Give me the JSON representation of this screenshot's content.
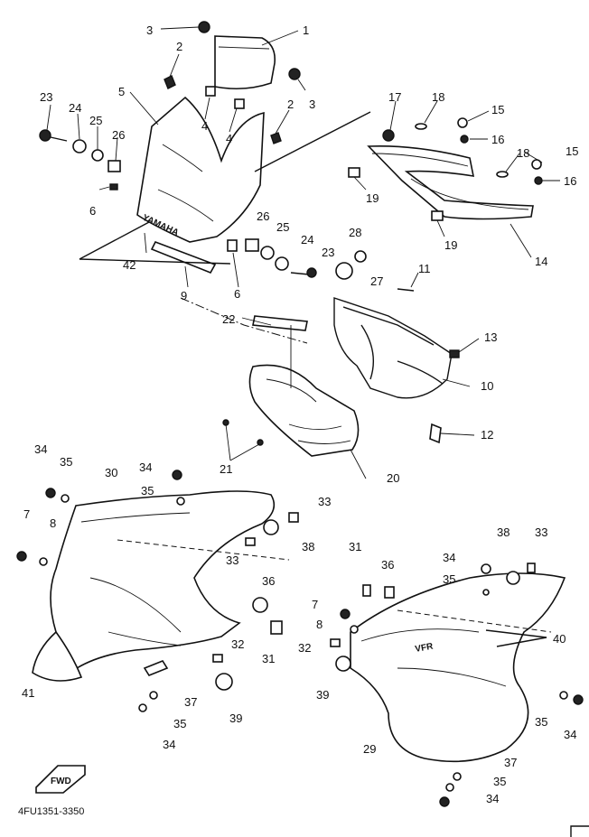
{
  "diagram": {
    "part_code": "4FU1351-3350",
    "fwd_label": "FWD",
    "emblem_windscreen": "YAMAHA",
    "emblem_side": "VFR",
    "callouts": [
      {
        "id": "c1",
        "text": "1"
      },
      {
        "id": "c2a",
        "text": "2"
      },
      {
        "id": "c2b",
        "text": "2"
      },
      {
        "id": "c3a",
        "text": "3"
      },
      {
        "id": "c3b",
        "text": "3"
      },
      {
        "id": "c4a",
        "text": "4"
      },
      {
        "id": "c4b",
        "text": "4"
      },
      {
        "id": "c5",
        "text": "5"
      },
      {
        "id": "c6a",
        "text": "6"
      },
      {
        "id": "c6b",
        "text": "6"
      },
      {
        "id": "c7a",
        "text": "7"
      },
      {
        "id": "c7b",
        "text": "7"
      },
      {
        "id": "c8a",
        "text": "8"
      },
      {
        "id": "c8b",
        "text": "8"
      },
      {
        "id": "c9",
        "text": "9"
      },
      {
        "id": "c10",
        "text": "10"
      },
      {
        "id": "c11",
        "text": "11"
      },
      {
        "id": "c12",
        "text": "12"
      },
      {
        "id": "c13",
        "text": "13"
      },
      {
        "id": "c14",
        "text": "14"
      },
      {
        "id": "c15a",
        "text": "15"
      },
      {
        "id": "c15b",
        "text": "15"
      },
      {
        "id": "c16a",
        "text": "16"
      },
      {
        "id": "c16b",
        "text": "16"
      },
      {
        "id": "c17",
        "text": "17"
      },
      {
        "id": "c18a",
        "text": "18"
      },
      {
        "id": "c18b",
        "text": "18"
      },
      {
        "id": "c19a",
        "text": "19"
      },
      {
        "id": "c19b",
        "text": "19"
      },
      {
        "id": "c20",
        "text": "20"
      },
      {
        "id": "c21",
        "text": "21"
      },
      {
        "id": "c22",
        "text": "22"
      },
      {
        "id": "c23a",
        "text": "23"
      },
      {
        "id": "c23b",
        "text": "23"
      },
      {
        "id": "c24a",
        "text": "24"
      },
      {
        "id": "c24b",
        "text": "24"
      },
      {
        "id": "c25a",
        "text": "25"
      },
      {
        "id": "c25b",
        "text": "25"
      },
      {
        "id": "c26a",
        "text": "26"
      },
      {
        "id": "c26b",
        "text": "26"
      },
      {
        "id": "c27",
        "text": "27"
      },
      {
        "id": "c28",
        "text": "28"
      },
      {
        "id": "c29",
        "text": "29"
      },
      {
        "id": "c30",
        "text": "30"
      },
      {
        "id": "c31a",
        "text": "31"
      },
      {
        "id": "c31b",
        "text": "31"
      },
      {
        "id": "c32a",
        "text": "32"
      },
      {
        "id": "c32b",
        "text": "32"
      },
      {
        "id": "c33a",
        "text": "33"
      },
      {
        "id": "c33b",
        "text": "33"
      },
      {
        "id": "c33c",
        "text": "33"
      },
      {
        "id": "c34a",
        "text": "34"
      },
      {
        "id": "c34b",
        "text": "34"
      },
      {
        "id": "c34c",
        "text": "34"
      },
      {
        "id": "c34d",
        "text": "34"
      },
      {
        "id": "c34e",
        "text": "34"
      },
      {
        "id": "c34f",
        "text": "34"
      },
      {
        "id": "c35a",
        "text": "35"
      },
      {
        "id": "c35b",
        "text": "35"
      },
      {
        "id": "c35c",
        "text": "35"
      },
      {
        "id": "c35d",
        "text": "35"
      },
      {
        "id": "c35e",
        "text": "35"
      },
      {
        "id": "c35f",
        "text": "35"
      },
      {
        "id": "c36a",
        "text": "36"
      },
      {
        "id": "c36b",
        "text": "36"
      },
      {
        "id": "c37a",
        "text": "37"
      },
      {
        "id": "c37b",
        "text": "37"
      },
      {
        "id": "c38a",
        "text": "38"
      },
      {
        "id": "c38b",
        "text": "38"
      },
      {
        "id": "c39a",
        "text": "39"
      },
      {
        "id": "c39b",
        "text": "39"
      },
      {
        "id": "c40",
        "text": "40"
      },
      {
        "id": "c41",
        "text": "41"
      },
      {
        "id": "c42",
        "text": "42"
      }
    ]
  }
}
